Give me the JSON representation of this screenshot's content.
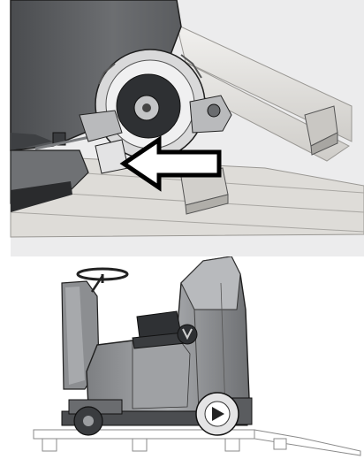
{
  "figure": {
    "panels": [
      {
        "id": "unloading-detail",
        "depicts": "machine-front-wheel-on-pallet"
      },
      {
        "id": "machine-side-view",
        "depicts": "ride-on-scrubber-on-pallet"
      }
    ],
    "arrow": {
      "direction": "left"
    },
    "colors": {
      "background": "#ffffff",
      "panel_background": "#e9e9ea",
      "machine_dark": "#55575a",
      "machine_mid": "#8d8f92",
      "pallet_wood": "#d8d6d2",
      "outline": "#1a1a1a"
    }
  }
}
